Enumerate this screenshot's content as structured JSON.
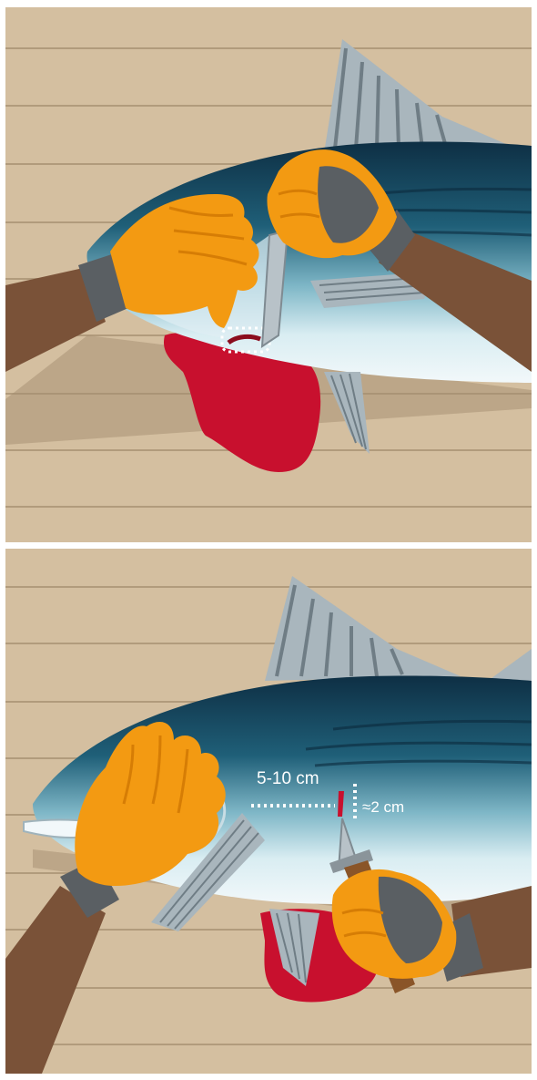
{
  "panels": [
    {
      "id": "bleeding-cut-step"
    },
    {
      "id": "spinal-cut-step",
      "measurements": {
        "distance_label": "5-10 cm",
        "depth_label": "≈2 cm"
      }
    }
  ],
  "colors": {
    "deck": "#d4bfa0",
    "plank_line": "#b19b7c",
    "glove": "#f39a12",
    "glove_palm": "#5a5f63",
    "skin": "#7a5238",
    "fish_back": "#12384e",
    "fish_belly": "#dfeef3",
    "fin": "#a9b6bd",
    "blood": "#c8102e",
    "knife_handle": "#8a5528"
  }
}
